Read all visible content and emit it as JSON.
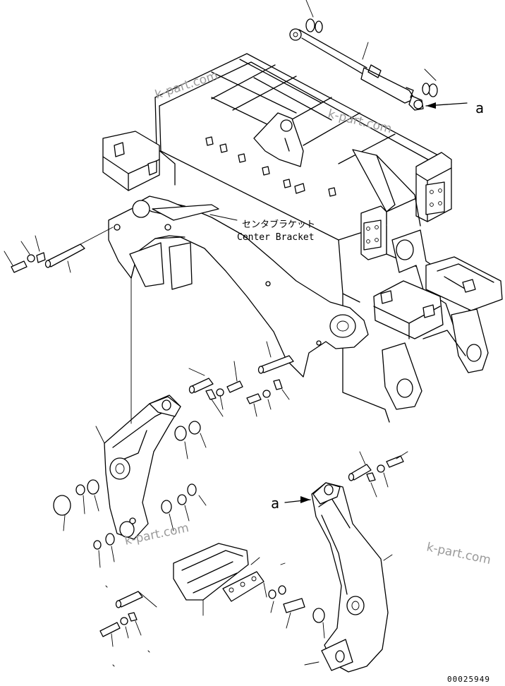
{
  "labels": {
    "center_bracket_jp": "センタブラケット",
    "center_bracket_en": "Center Bracket",
    "ref_a_top": "a",
    "ref_a_bottom": "a"
  },
  "drawing_number": "00025949",
  "watermarks": [
    "k-part.com",
    "k-part.com",
    "k-part.com",
    "k-part.com"
  ],
  "colors": {
    "line": "#000000",
    "watermark": "#9a9a9a",
    "background": "#ffffff"
  }
}
